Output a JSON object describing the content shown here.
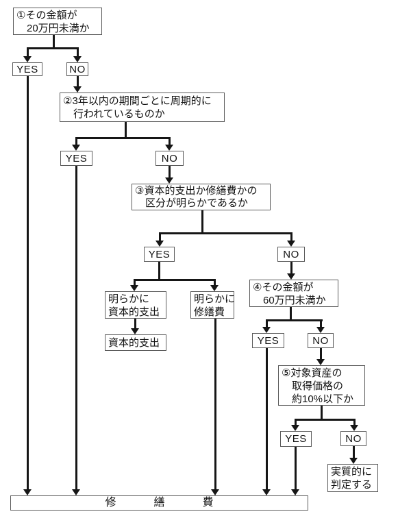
{
  "diagram": {
    "type": "flowchart",
    "labels": {
      "yes": "YES",
      "no": "NO"
    },
    "nodes": {
      "q1": {
        "lines": [
          "①その金額が",
          "20万円未満か"
        ]
      },
      "q2": {
        "lines": [
          "②3年以内の期間ごとに周期的に",
          "行われているものか"
        ]
      },
      "q3": {
        "lines": [
          "③資本的支出か修繕費かの",
          "区分が明らかであるか"
        ]
      },
      "q4": {
        "lines": [
          "④その金額が",
          "60万円未満か"
        ]
      },
      "q5": {
        "lines": [
          "⑤対象資産の",
          "取得価格の",
          "約10%以下か"
        ]
      },
      "clearly_capital": {
        "lines": [
          "明らかに",
          "資本的支出"
        ]
      },
      "clearly_repair": {
        "lines": [
          "明らかに",
          "修繕費"
        ]
      },
      "capital_expenditure": {
        "lines": [
          "資本的支出"
        ]
      },
      "substantive_judgment": {
        "lines": [
          "実質的に",
          "判定する"
        ]
      },
      "repair_cost_bar": {
        "text": "修繕費"
      }
    },
    "colors": {
      "line": "#161616",
      "box_border": "#5a5a5a",
      "background": "#ffffff",
      "text": "#121212"
    }
  }
}
